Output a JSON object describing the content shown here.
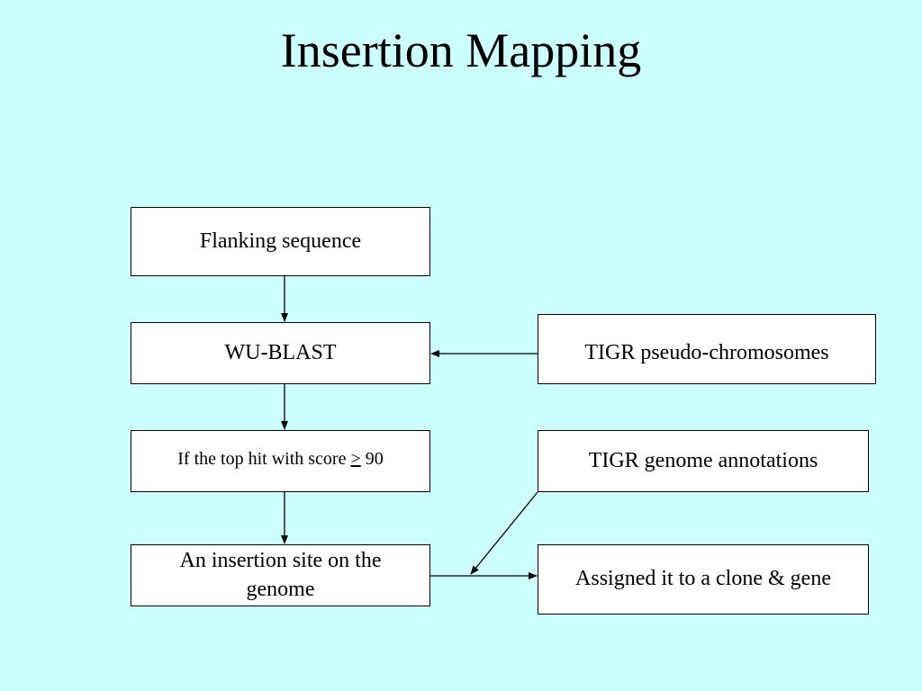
{
  "slide": {
    "title": "Insertion Mapping"
  },
  "boxes": {
    "flanking": "Flanking sequence",
    "wublast": "WU-BLAST",
    "top_hit_prefix": "If the top hit with score ",
    "top_hit_symbol": ">",
    "top_hit_suffix": " 90",
    "insertion_line1": "An insertion site on the",
    "insertion_line2": "genome",
    "pseudo": "TIGR pseudo-chromosomes",
    "annotations": "TIGR genome annotations",
    "assigned": "Assigned it to a clone & gene"
  },
  "colors": {
    "background": "#ccffff",
    "box_fill": "#ffffff",
    "line": "#000000"
  }
}
